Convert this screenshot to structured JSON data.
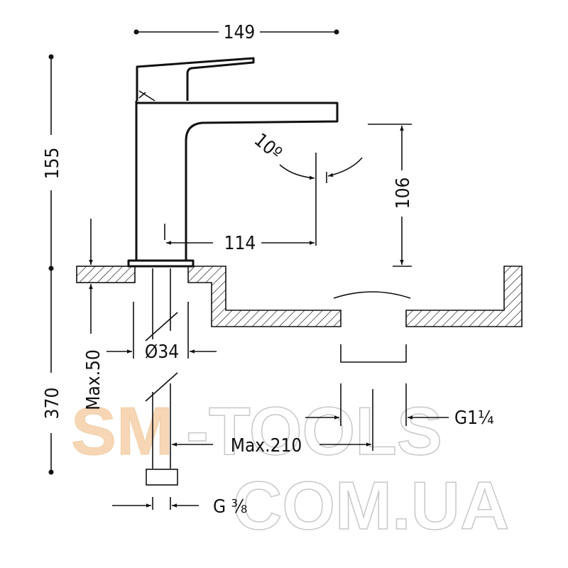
{
  "dimensions": {
    "width_total": "149",
    "height_faucet": "155",
    "height_below": "370",
    "spout_reach": "114",
    "spout_height": "106",
    "swivel_angle": "10º",
    "hole_diameter": "Ø34",
    "max_thickness": "Max.50",
    "max_distance": "Max.210",
    "drain_thread": "G1¼",
    "supply_thread_main": "G ",
    "supply_thread_fraction": "⅜"
  },
  "watermark": {
    "part1": "SM",
    "part2": "-TOOLS",
    "line2": "COM.UA",
    "accent_color": "#f6d6b4",
    "outline_color": "#c8c8c8"
  }
}
